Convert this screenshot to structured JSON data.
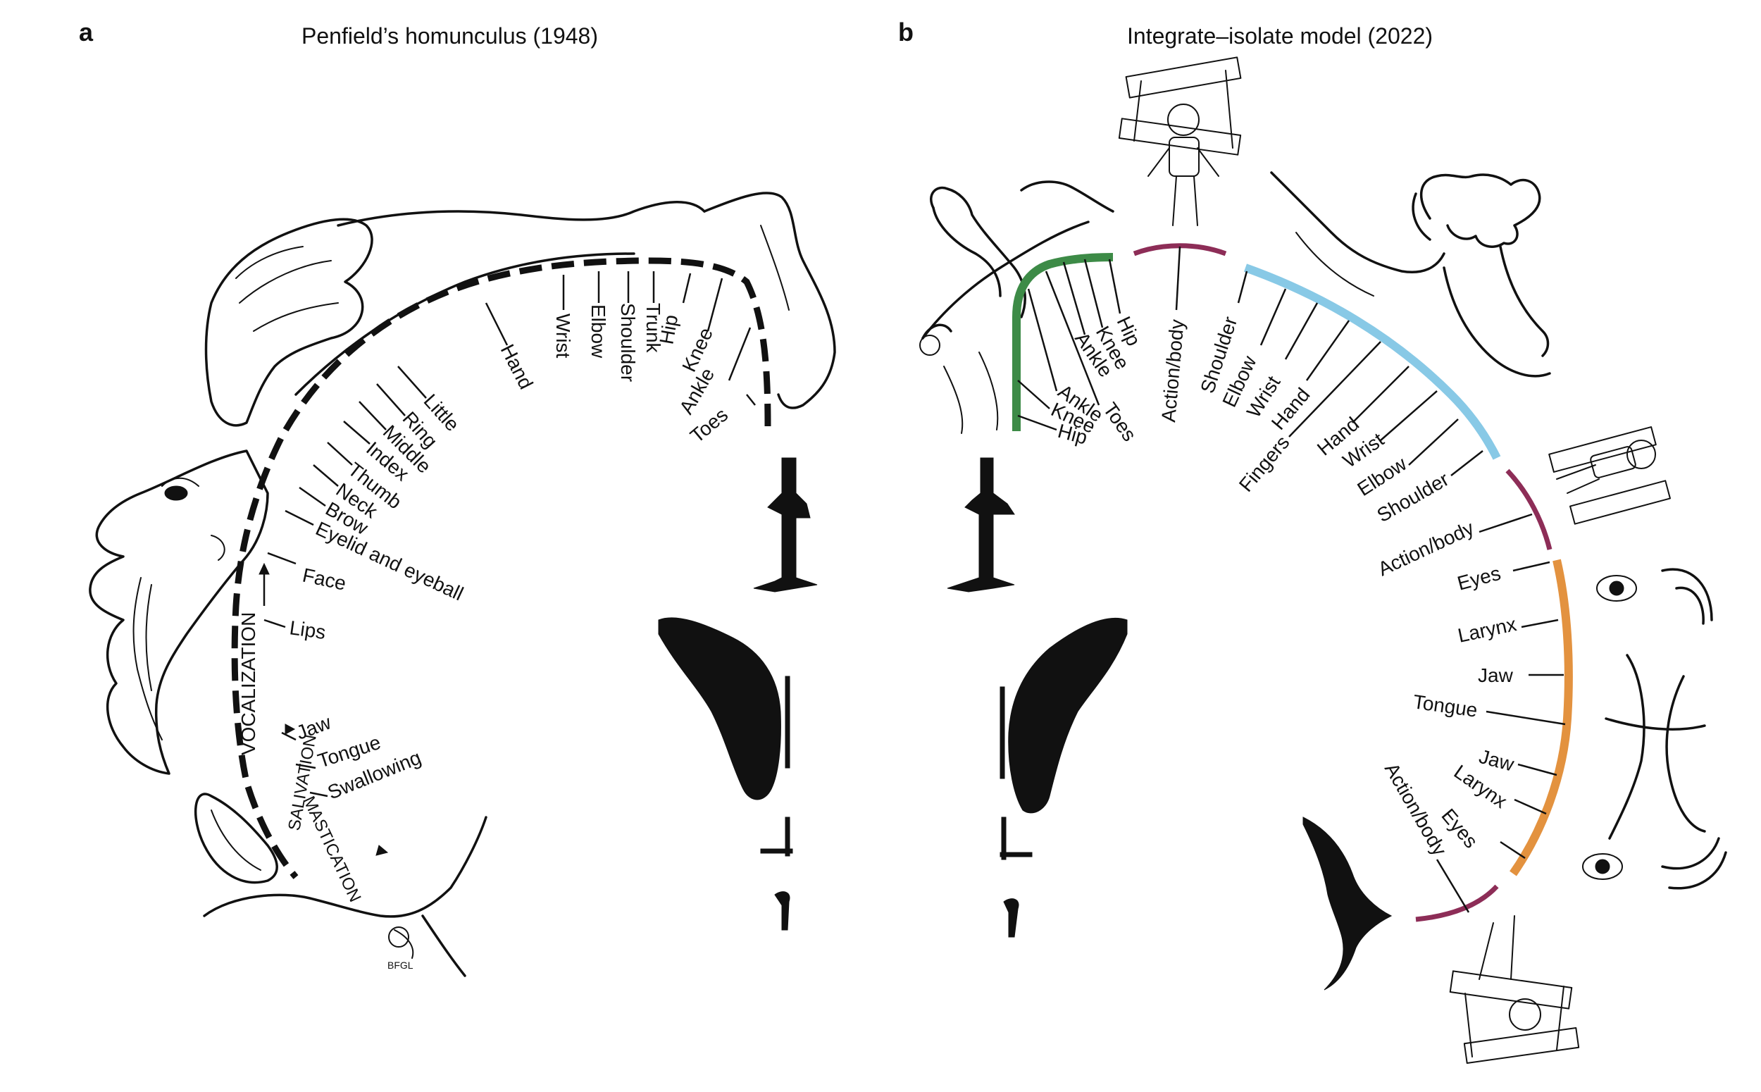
{
  "panel_a": {
    "letter": "a",
    "title": "Penfield’s homunculus (1948)",
    "labels": [
      "Toes",
      "Ankle",
      "Knee",
      "Hip",
      "Trunk",
      "Shoulder",
      "Elbow",
      "Wrist",
      "Hand",
      "Little",
      "Ring",
      "Middle",
      "Index",
      "Thumb",
      "Neck",
      "Brow",
      "Eyelid and eyeball",
      "Face",
      "Lips",
      "Jaw",
      "Tongue",
      "Swallowing"
    ],
    "vocalization": "VOCALIZATION",
    "salivation": "SALIVATION",
    "mastication": "MASTICATION",
    "artist_mark": "BFGL"
  },
  "panel_b": {
    "letter": "b",
    "title": "Integrate–isolate model (2022)",
    "foot_labels": [
      "Hip",
      "Knee",
      "Ankle",
      "Toes",
      "Ankle",
      "Knee",
      "Hip"
    ],
    "action_top": "Action/body",
    "hand_labels": [
      "Shoulder",
      "Elbow",
      "Wrist",
      "Hand",
      "Fingers",
      "Hand",
      "Wrist",
      "Elbow",
      "Shoulder"
    ],
    "action_mid": "Action/body",
    "mouth_labels": [
      "Eyes",
      "Larynx",
      "Jaw",
      "Tongue",
      "Jaw",
      "Larynx",
      "Eyes"
    ],
    "action_bottom": "Action/body"
  },
  "colors": {
    "foot": "#3d8b47",
    "hand": "#88c9e6",
    "mouth": "#e3923f",
    "action": "#8d2d57",
    "ink": "#111111"
  },
  "icons": [
    "homunculus-drawing-icon",
    "marionette-icon",
    "foot-drawing-icon",
    "hand-drawing-icon",
    "face-drawing-icon",
    "brain-section-icon"
  ]
}
